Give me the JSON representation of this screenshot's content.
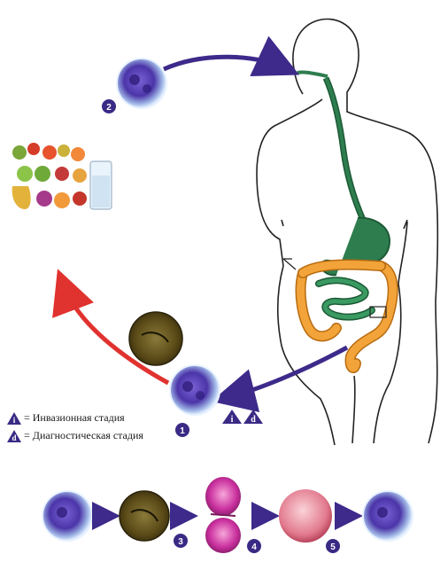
{
  "legend": [
    {
      "symbol": "i",
      "text": "= Инвазионная стадия"
    },
    {
      "symbol": "d",
      "text": "= Диагностическая стадия"
    }
  ],
  "markers": {
    "stage_1": "1",
    "stage_2": "2",
    "stage_3": "3",
    "stage_4": "4",
    "stage_5": "5",
    "infective": "i",
    "diagnostic": "d"
  },
  "colors": {
    "cycle_arrow": "#3d2a8a",
    "return_arrow": "#e0322f",
    "gut_green": "#2e7d4f",
    "colon_orange": "#f2a43a",
    "marker_fill": "#3a2a85",
    "cyst_purple": "#5a3fb5",
    "trophozoite_brown": "#6b5a1e",
    "pink_cell": "#d64fb8"
  },
  "icons": [
    "cyst-cell-icon",
    "trophozoite-cell-icon",
    "fruit-and-water-icon",
    "human-body-outline-icon"
  ]
}
